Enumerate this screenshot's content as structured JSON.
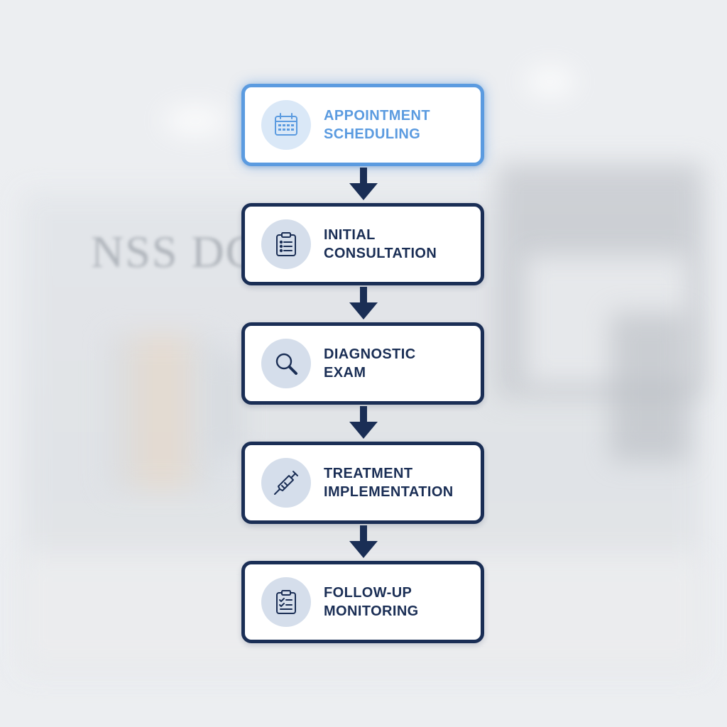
{
  "background": {
    "wall_sign": "NSS DC"
  },
  "colors": {
    "navy": "#1a2e55",
    "active_blue": "#5b9be0",
    "icon_bg": "#d5deeb"
  },
  "steps": [
    {
      "line1": "APPOINTMENT",
      "line2": "SCHEDULING",
      "icon": "calendar-icon",
      "active": true
    },
    {
      "line1": "INITIAL",
      "line2": "CONSULTATION",
      "icon": "clipboard-list-icon",
      "active": false
    },
    {
      "line1": "DIAGNOSTIC",
      "line2": "EXAM",
      "icon": "magnifier-icon",
      "active": false
    },
    {
      "line1": "TREATMENT",
      "line2": "IMPLEMENTATION",
      "icon": "syringe-icon",
      "active": false
    },
    {
      "line1": "FOLLOW-UP",
      "line2": "MONITORING",
      "icon": "clipboard-check-icon",
      "active": false
    }
  ]
}
